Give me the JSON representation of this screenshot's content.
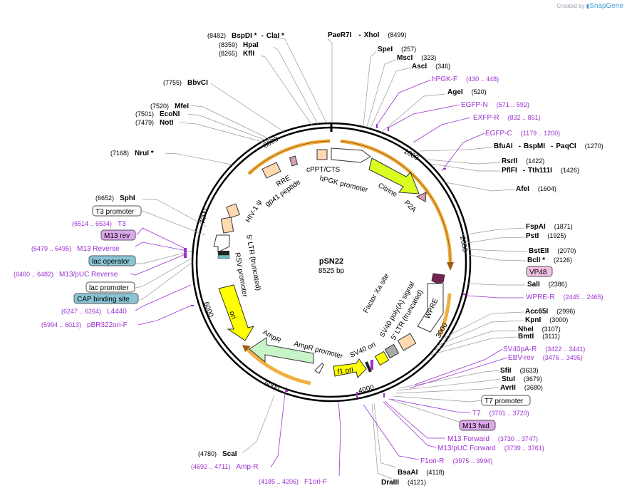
{
  "header": {
    "credit_prefix": "Created by",
    "credit_brand": "SnapGene"
  },
  "plasmid": {
    "name": "pSN22",
    "length": "8525 bp"
  },
  "colors": {
    "backbone": "#000000",
    "purple": "#9b30d0",
    "orange_arc": "#f0b040",
    "orange_dark": "#a05a10",
    "yellow": "#ffff00",
    "citrine": "#d8ff20",
    "ampr": "#c8f5c8",
    "peach": "#ffd9b0"
  },
  "ticks": [
    "1000",
    "2000",
    "3000",
    "4000",
    "5000",
    "6000",
    "7000",
    "8000"
  ],
  "right_labels": [
    {
      "name": "PaeR7I",
      "extra": "XhoI",
      "pos": "(8499)",
      "style": "enzyme"
    },
    {
      "name": "SpeI",
      "pos": "(257)",
      "style": "enzyme"
    },
    {
      "name": "MscI",
      "pos": "(323)",
      "style": "enzyme"
    },
    {
      "name": "AscI",
      "pos": "(346)",
      "style": "enzyme"
    },
    {
      "name": "hPGK-F",
      "pos": "(430 .. 448)",
      "style": "primer"
    },
    {
      "name": "AgeI",
      "pos": "(520)",
      "style": "enzyme"
    },
    {
      "name": "EGFP-N",
      "pos": "(571 .. 592)",
      "style": "primer"
    },
    {
      "name": "EXFP-R",
      "pos": "(832 .. 851)",
      "style": "primer"
    },
    {
      "name": "EGFP-C",
      "pos": "(1179 .. 1200)",
      "style": "primer"
    },
    {
      "name": "BfuAI",
      "extra": "BspMI",
      "extra2": "PaqCI",
      "pos": "(1270)",
      "style": "enzyme"
    },
    {
      "name": "RsrII",
      "pos": "(1422)",
      "style": "enzyme"
    },
    {
      "name": "PflFI",
      "extra": "Tth111I",
      "pos": "(1426)",
      "style": "enzyme"
    },
    {
      "name": "AfeI",
      "pos": "(1604)",
      "style": "enzyme"
    },
    {
      "name": "FspAI",
      "pos": "(1871)",
      "style": "enzyme"
    },
    {
      "name": "PstI",
      "pos": "(1925)",
      "style": "enzyme"
    },
    {
      "name": "BstEII",
      "pos": "(2070)",
      "style": "enzyme"
    },
    {
      "name": "BclI *",
      "pos": "(2126)",
      "style": "enzyme"
    },
    {
      "name": "VP48",
      "style": "pinkbox"
    },
    {
      "name": "SalI",
      "pos": "(2386)",
      "style": "enzyme"
    },
    {
      "name": "WPRE-R",
      "pos": "(2445 .. 2465)",
      "style": "primer"
    },
    {
      "name": "Acc65I",
      "pos": "(2996)",
      "style": "enzyme"
    },
    {
      "name": "KpnI",
      "pos": "(3000)",
      "style": "enzyme"
    },
    {
      "name": "NheI",
      "pos": "(3107)",
      "style": "enzyme"
    },
    {
      "name": "BmtI",
      "pos": "(3111)",
      "style": "enzyme"
    },
    {
      "name": "SV40pA-R",
      "pos": "(3422 .. 3441)",
      "style": "primer"
    },
    {
      "name": "EBV-rev",
      "pos": "(3476 .. 3495)",
      "style": "primer"
    },
    {
      "name": "SfiI",
      "pos": "(3633)",
      "style": "enzyme"
    },
    {
      "name": "StuI",
      "pos": "(3679)",
      "style": "enzyme"
    },
    {
      "name": "AvrII",
      "pos": "(3680)",
      "style": "enzyme"
    },
    {
      "name": "T7 promoter",
      "style": "whitebox"
    },
    {
      "name": "T7",
      "pos": "(3701 .. 3720)",
      "style": "primer"
    },
    {
      "name": "M13 fwd",
      "style": "pinkbox"
    },
    {
      "name": "M13 Forward",
      "pos": "(3730 .. 3747)",
      "style": "primer"
    },
    {
      "name": "M13/pUC Forward",
      "pos": "(3739 .. 3761)",
      "style": "primer"
    },
    {
      "name": "F1ori-R",
      "pos": "(3975 .. 3994)",
      "style": "primer"
    },
    {
      "name": "BsaAI",
      "pos": "(4118)",
      "style": "enzyme"
    },
    {
      "name": "DraIII",
      "pos": "(4121)",
      "style": "enzyme"
    }
  ],
  "left_labels": [
    {
      "name": "BspDI *",
      "extra": "ClaI *",
      "pos": "(8482)",
      "style": "enzyme"
    },
    {
      "name": "HpaI",
      "pos": "(8359)",
      "style": "enzyme"
    },
    {
      "name": "KflI",
      "pos": "(8265)",
      "style": "enzyme"
    },
    {
      "name": "BbvCI",
      "pos": "(7755)",
      "style": "enzyme"
    },
    {
      "name": "MfeI",
      "pos": "(7520)",
      "style": "enzyme"
    },
    {
      "name": "EcoNI",
      "pos": "(7501)",
      "style": "enzyme"
    },
    {
      "name": "NotI",
      "pos": "(7479)",
      "style": "enzyme"
    },
    {
      "name": "NruI *",
      "pos": "(7168)",
      "style": "enzyme"
    },
    {
      "name": "SphI",
      "pos": "(6652)",
      "style": "enzyme"
    },
    {
      "name": "T3 promoter",
      "style": "whitebox"
    },
    {
      "name": "T3",
      "pos": "(6514 .. 6534)",
      "style": "primer"
    },
    {
      "name": "M13 rev",
      "style": "pinkbox"
    },
    {
      "name": "M13 Reverse",
      "pos": "(6479 .. 6495)",
      "style": "primer"
    },
    {
      "name": "lac operator",
      "style": "bluebox"
    },
    {
      "name": "M13/pUC Reverse",
      "pos": "(6460 .. 6482)",
      "style": "primer"
    },
    {
      "name": "lac promoter",
      "style": "whitebox"
    },
    {
      "name": "CAP binding site",
      "style": "bluebox"
    },
    {
      "name": "L4440",
      "pos": "(6247 .. 6264)",
      "style": "primer"
    },
    {
      "name": "pBR322ori-F",
      "pos": "(5994 .. 6013)",
      "style": "primer"
    },
    {
      "name": "ScaI",
      "pos": "(4780)",
      "style": "enzyme"
    },
    {
      "name": "Amp-R",
      "pos": "(4692 .. 4711)",
      "style": "primer"
    },
    {
      "name": "F1ori-F",
      "pos": "(4185 .. 4206)",
      "style": "primer"
    }
  ],
  "features": {
    "cppt": "cPPT/CTS",
    "hpgk": "hPGK promoter",
    "citrine": "Citrine",
    "p2a": "P2A",
    "rre": "RRE",
    "gp41": "gp41 peptide",
    "hiv": "HIV-1 ψ",
    "ltr5": "5′ LTR (truncated)",
    "rsv": "RSV promoter",
    "ori": "ori",
    "ampr": "AmpR",
    "ampr_promoter": "AmpR promoter",
    "f1ori": "f1 ori",
    "sv40ori": "SV40 ori",
    "sv40pa": "SV40 poly(A) signal",
    "ltr3": "5′ LTR (truncated)",
    "wpre": "WPRE",
    "factorxa": "Factor Xa site"
  }
}
